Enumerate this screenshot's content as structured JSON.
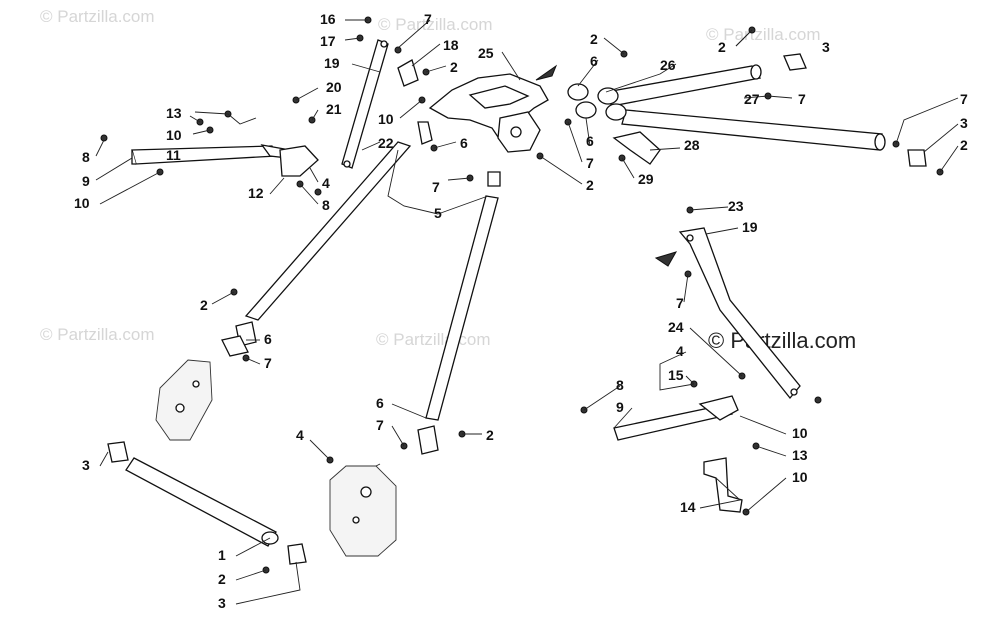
{
  "watermark": {
    "text": "© Partzilla.com",
    "main_text": "© Partzilla.com"
  },
  "callouts": [
    {
      "id": "c16a",
      "label": "16"
    },
    {
      "id": "c17a",
      "label": "17"
    },
    {
      "id": "c7a",
      "label": "7"
    },
    {
      "id": "c18",
      "label": "18"
    },
    {
      "id": "c19a",
      "label": "19"
    },
    {
      "id": "c2a",
      "label": "2"
    },
    {
      "id": "c25",
      "label": "25"
    },
    {
      "id": "c20",
      "label": "20"
    },
    {
      "id": "c21",
      "label": "21"
    },
    {
      "id": "c10a",
      "label": "10"
    },
    {
      "id": "c22",
      "label": "22"
    },
    {
      "id": "c13a",
      "label": "13"
    },
    {
      "id": "c10b",
      "label": "10"
    },
    {
      "id": "c11",
      "label": "11"
    },
    {
      "id": "c8a",
      "label": "8"
    },
    {
      "id": "c9a",
      "label": "9"
    },
    {
      "id": "c10c",
      "label": "10"
    },
    {
      "id": "c12",
      "label": "12"
    },
    {
      "id": "c4a",
      "label": "4"
    },
    {
      "id": "c8b",
      "label": "8"
    },
    {
      "id": "c6a",
      "label": "6"
    },
    {
      "id": "c7b",
      "label": "7"
    },
    {
      "id": "c5",
      "label": "5"
    },
    {
      "id": "c2b",
      "label": "2"
    },
    {
      "id": "c2c",
      "label": "2"
    },
    {
      "id": "c6b",
      "label": "6"
    },
    {
      "id": "c6c",
      "label": "6"
    },
    {
      "id": "c7c",
      "label": "7"
    },
    {
      "id": "c2d",
      "label": "2"
    },
    {
      "id": "c2e",
      "label": "2"
    },
    {
      "id": "c3a",
      "label": "3"
    },
    {
      "id": "c26",
      "label": "26"
    },
    {
      "id": "c27",
      "label": "27"
    },
    {
      "id": "c7d",
      "label": "7"
    },
    {
      "id": "c28",
      "label": "28"
    },
    {
      "id": "c29",
      "label": "29"
    },
    {
      "id": "c7e",
      "label": "7"
    },
    {
      "id": "c3b",
      "label": "3"
    },
    {
      "id": "c2f",
      "label": "2"
    },
    {
      "id": "c2g",
      "label": "2"
    },
    {
      "id": "c6d",
      "label": "6"
    },
    {
      "id": "c7f",
      "label": "7"
    },
    {
      "id": "c23",
      "label": "23"
    },
    {
      "id": "c19b",
      "label": "19"
    },
    {
      "id": "c7g",
      "label": "7"
    },
    {
      "id": "c24",
      "label": "24"
    },
    {
      "id": "c4b",
      "label": "4"
    },
    {
      "id": "c15",
      "label": "15"
    },
    {
      "id": "c8c",
      "label": "8"
    },
    {
      "id": "c9b",
      "label": "9"
    },
    {
      "id": "c10d",
      "label": "10"
    },
    {
      "id": "c13b",
      "label": "13"
    },
    {
      "id": "c10e",
      "label": "10"
    },
    {
      "id": "c14",
      "label": "14"
    },
    {
      "id": "c6e",
      "label": "6"
    },
    {
      "id": "c7h",
      "label": "7"
    },
    {
      "id": "c2h",
      "label": "2"
    },
    {
      "id": "c4c",
      "label": "4"
    },
    {
      "id": "c3c",
      "label": "3"
    },
    {
      "id": "c1",
      "label": "1"
    },
    {
      "id": "c2i",
      "label": "2"
    },
    {
      "id": "c3d",
      "label": "3"
    }
  ]
}
